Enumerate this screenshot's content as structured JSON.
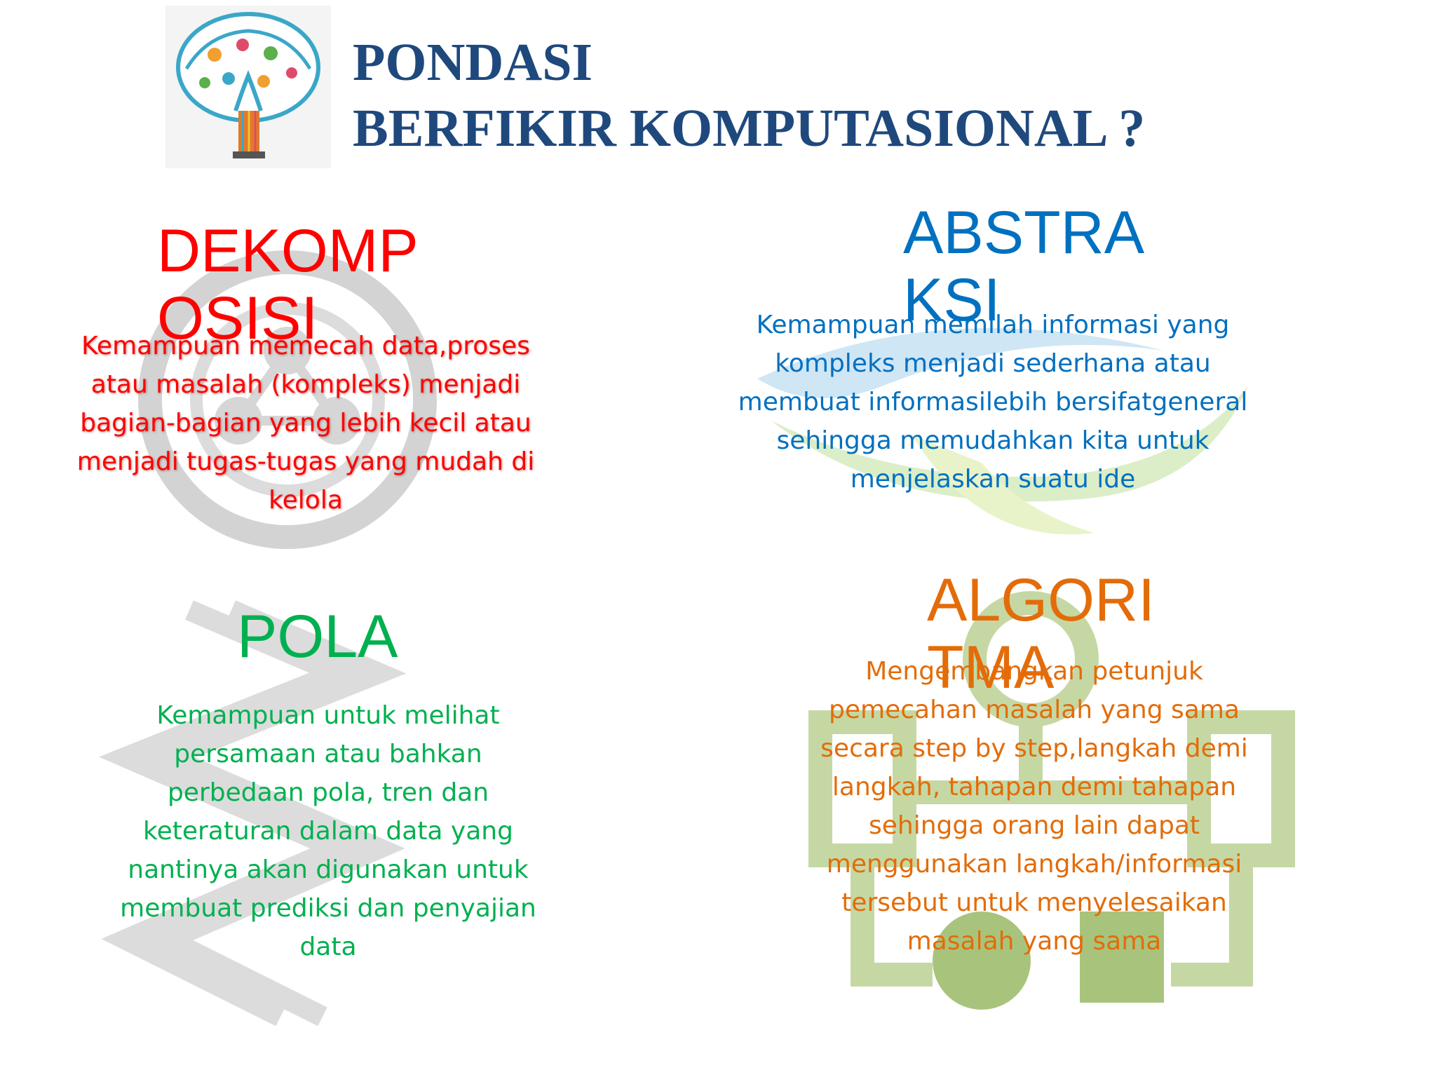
{
  "header": {
    "title_line_1": "PONDASI",
    "title_line_2": "BERFIKIR KOMPUTASIONAL ?"
  },
  "quadrants": {
    "dekomposisi": {
      "heading": "DEKOMP\nOSISI",
      "description": "Kemampuan memecah data,proses atau masalah (kompleks) menjadi bagian-bagian yang lebih kecil atau menjadi tugas-tugas yang mudah di kelola",
      "color": "#ff0000"
    },
    "abstraksi": {
      "heading": "ABSTRA\nKSI",
      "description": "Kemampuan memilah informasi yang kompleks menjadi sederhana atau membuat informasilebih bersifatgeneral sehingga memudahkan kita untuk menjelaskan suatu ide",
      "color": "#0070c0"
    },
    "pola": {
      "heading": "POLA",
      "description": "Kemampuan untuk melihat persamaan atau bahkan perbedaan pola, tren dan keteraturan dalam data yang nantinya akan digunakan untuk membuat prediksi dan penyajian data",
      "color": "#00b050"
    },
    "algoritma": {
      "heading": "ALGORI\nTMA",
      "description": "Mengembangkan petunjuk pemecahan masalah yang sama secara step by step,langkah demi langkah, tahapan demi tahapan sehingga orang lain dapat menggunakan langkah/informasi tersebut untuk menyelesaikan masalah yang sama",
      "color": "#e36c09"
    }
  },
  "icons": {
    "header_logo": "brain-tree-icon",
    "dekomposisi_bg": "gear-circle-icon",
    "abstraksi_bg": "swoosh-globe-icon",
    "pola_bg": "zigzag-pattern-icon",
    "algoritma_bg": "flowchart-gear-icon"
  },
  "colors": {
    "title": "#1f497d",
    "watermark_gray": "#c8c8c8",
    "watermark_green": "#9bbb59",
    "watermark_blue": "#4aa3df"
  }
}
